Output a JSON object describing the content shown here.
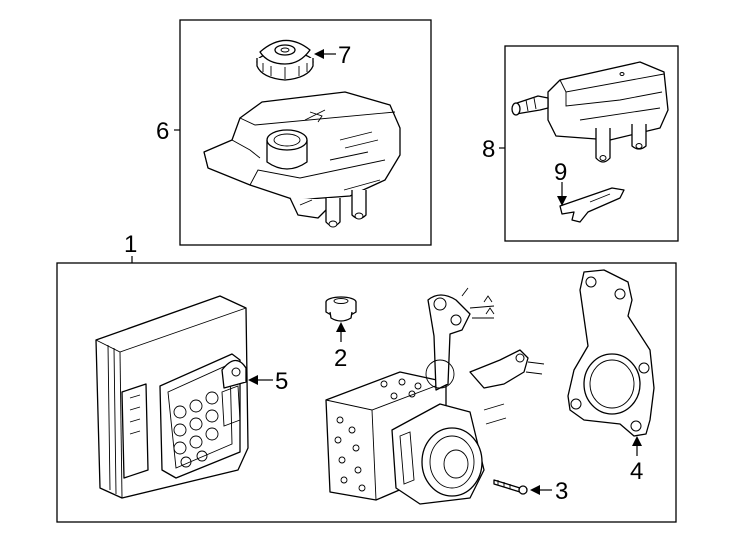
{
  "diagram": {
    "callouts": {
      "c1": "1",
      "c2": "2",
      "c3": "3",
      "c4": "4",
      "c5": "5",
      "c6": "6",
      "c7": "7",
      "c8": "8",
      "c9": "9"
    }
  }
}
